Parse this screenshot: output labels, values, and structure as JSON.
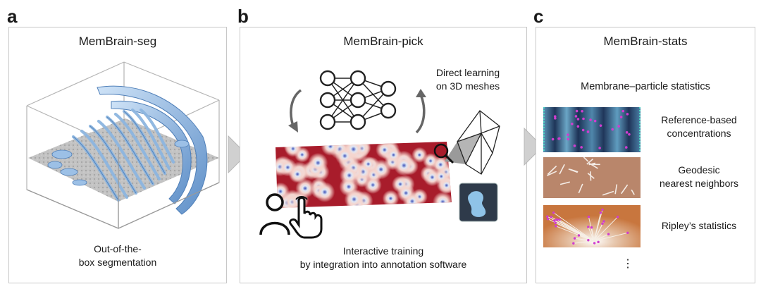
{
  "panels": {
    "a": {
      "letter": "a",
      "title": "MemBrain-seg",
      "caption_line1": "Out-of-the-",
      "caption_line2": "box segmentation"
    },
    "b": {
      "letter": "b",
      "title": "MemBrain-pick",
      "side_note_line1": "Direct learning",
      "side_note_line2": "on 3D meshes",
      "caption_line1": "Interactive training",
      "caption_line2": "by integration into annotation software"
    },
    "c": {
      "letter": "c",
      "title": "MemBrain-stats",
      "subtitle": "Membrane–particle statistics",
      "items": [
        {
          "line1": "Reference-based",
          "line2": "concentrations"
        },
        {
          "line1": "Geodesic",
          "line2": "nearest neighbors"
        },
        {
          "line1": "Ripley’s statistics",
          "line2": ""
        }
      ],
      "ellipsis": "⋮"
    }
  },
  "colors": {
    "panel_border": "#c8c8c8",
    "arrow_fill": "#d0d0d0",
    "membrane_blue": "#8db6e0",
    "heatmap_red": "#b01e2c",
    "stripe_navy": "#243d63",
    "dot_magenta": "#d03cd0",
    "tan_surface": "#b9866b",
    "orange_surface": "#c8763e"
  },
  "icons": [
    "neural-network-icon",
    "cycle-arrow-icon",
    "magnifier-icon",
    "mesh-icon",
    "user-pointer-icon",
    "app-logo-icon"
  ]
}
